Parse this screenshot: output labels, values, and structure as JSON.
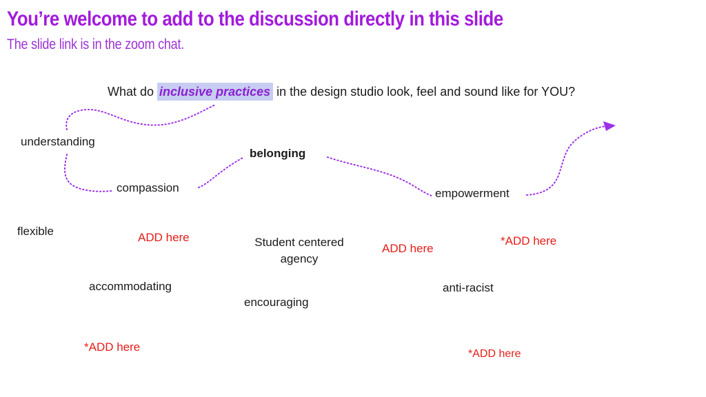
{
  "header": {
    "title": "You’re welcome to add to the discussion directly in this slide",
    "subtitle": "The slide link is in the zoom chat."
  },
  "question": {
    "prefix": "What do ",
    "highlight": "inclusive practices",
    "suffix": " in the design studio look, feel and sound like for YOU?"
  },
  "words": {
    "understanding": "understanding",
    "belonging": "belonging",
    "compassion": "compassion",
    "empowerment": "empowerment",
    "flexible": "flexible",
    "student_centered": "Student centered agency",
    "accommodating": "accommodating",
    "encouraging": "encouraging",
    "anti_racist": "anti-racist"
  },
  "add_prompts": {
    "left": "ADD here",
    "center": "ADD here",
    "right_star": "*ADD here",
    "bottom_left_star": "*ADD here",
    "bottom_right_star": "*ADD here"
  },
  "colors": {
    "title": "#A21BDB",
    "subtitle": "#9C33D6",
    "highlight_bg": "#C7CDF1",
    "highlight_text": "#8B1FD3",
    "connector": "#9B30E8",
    "add_red": "#E51D17",
    "text": "#1A1A1A"
  }
}
